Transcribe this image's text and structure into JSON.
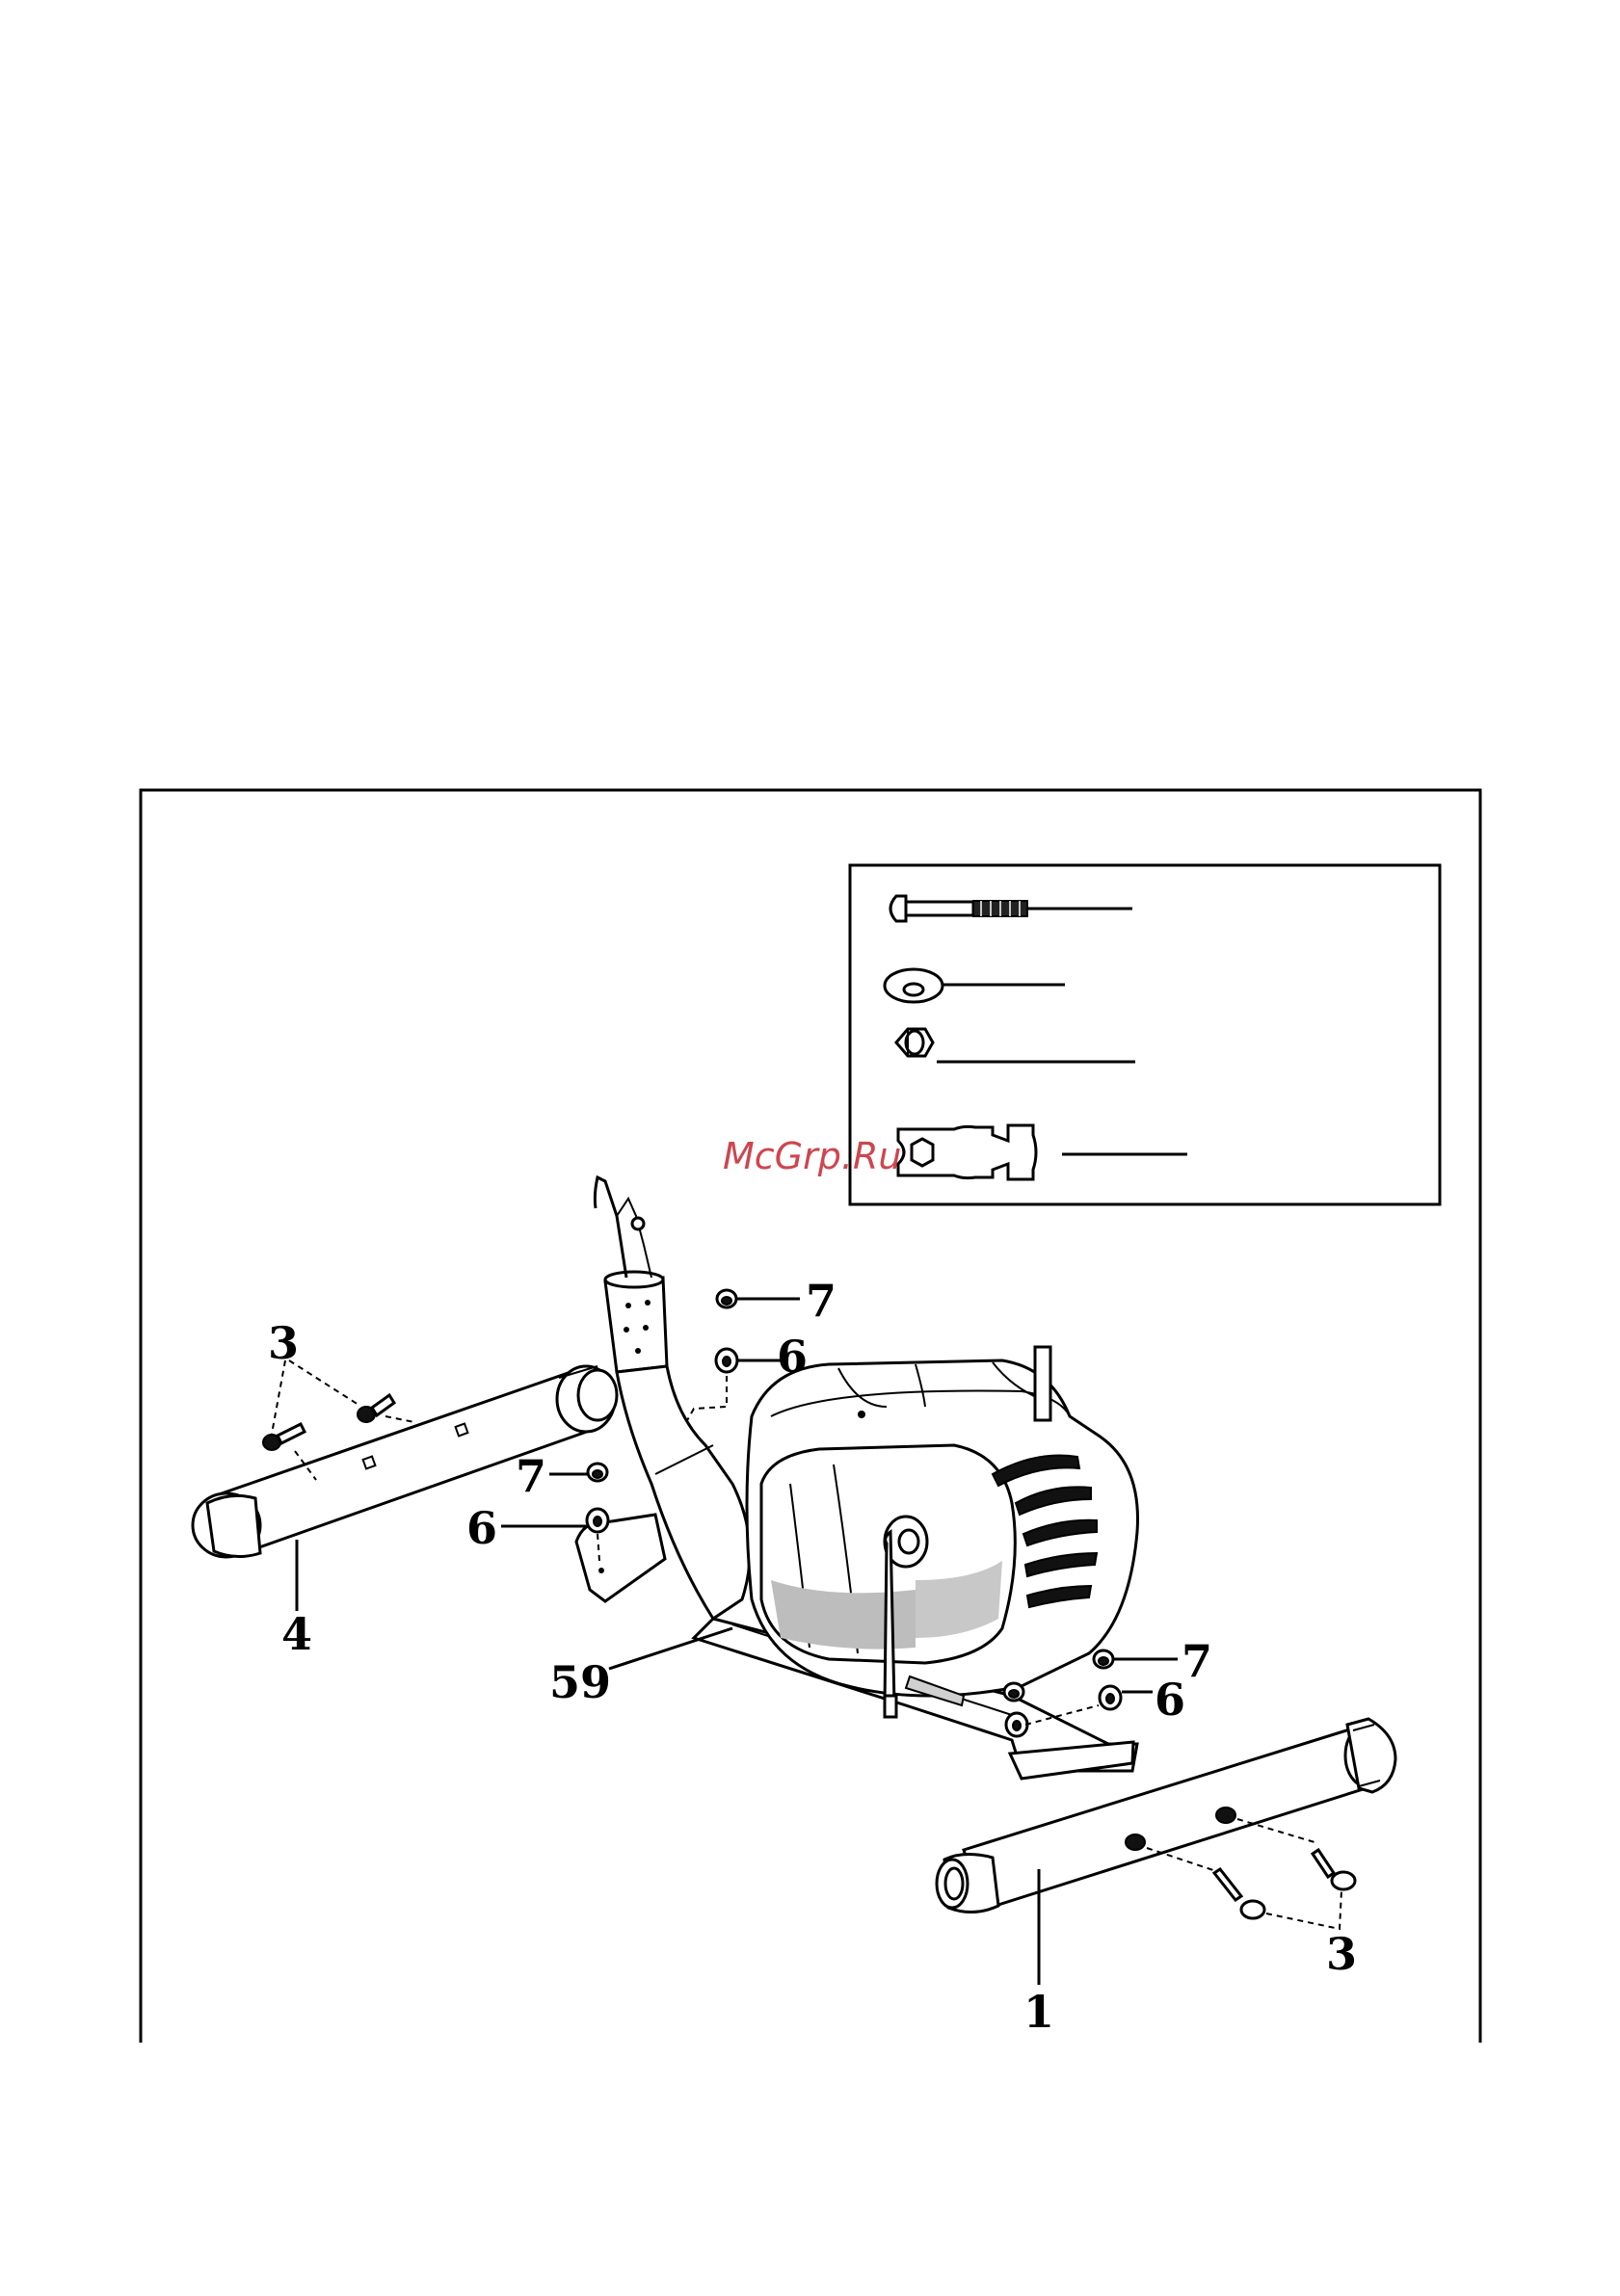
{
  "watermark": "McGrp.Ru",
  "callouts": {
    "front_bolts": "3",
    "front_stabilizer": "4",
    "nut_left": "7",
    "washer_left": "6",
    "nut_top": "7",
    "washer_top": "6",
    "main_frame": "59",
    "nut_right": "7",
    "washer_right": "6",
    "rear_bolts": "3",
    "rear_stabilizer": "1"
  },
  "legend": {
    "items": [
      {
        "name": "carriage-bolt",
        "icon": "bolt-icon"
      },
      {
        "name": "curved-washer",
        "icon": "washer-icon"
      },
      {
        "name": "cap-nut",
        "icon": "nut-icon"
      },
      {
        "name": "wrench",
        "icon": "wrench-icon"
      }
    ]
  }
}
